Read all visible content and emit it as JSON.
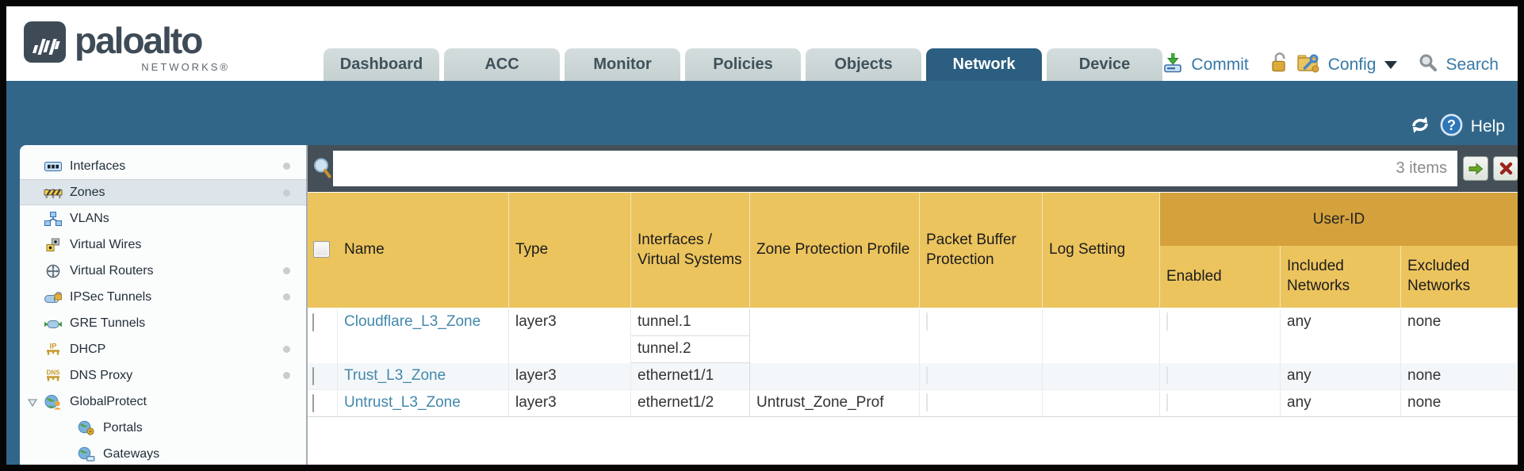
{
  "brand": {
    "name": "paloalto",
    "subtitle": "NETWORKS®"
  },
  "nav": {
    "tabs": [
      "Dashboard",
      "ACC",
      "Monitor",
      "Policies",
      "Objects",
      "Network",
      "Device"
    ],
    "active_tab": "Network",
    "actions": {
      "commit": "Commit",
      "config": "Config",
      "search": "Search"
    }
  },
  "banner": {
    "help": "Help"
  },
  "sidebar": {
    "selected": "Zones",
    "items": [
      {
        "label": "Interfaces",
        "icon": "interfaces-icon",
        "dot": true
      },
      {
        "label": "Zones",
        "icon": "zones-icon",
        "dot": true
      },
      {
        "label": "VLANs",
        "icon": "vlans-icon",
        "dot": false
      },
      {
        "label": "Virtual Wires",
        "icon": "virtual-wires-icon",
        "dot": false
      },
      {
        "label": "Virtual Routers",
        "icon": "virtual-routers-icon",
        "dot": true
      },
      {
        "label": "IPSec Tunnels",
        "icon": "ipsec-tunnels-icon",
        "dot": true
      },
      {
        "label": "GRE Tunnels",
        "icon": "gre-tunnels-icon",
        "dot": false
      },
      {
        "label": "DHCP",
        "icon": "dhcp-icon",
        "dot": true
      },
      {
        "label": "DNS Proxy",
        "icon": "dns-proxy-icon",
        "dot": true
      },
      {
        "label": "GlobalProtect",
        "icon": "globalprotect-icon",
        "dot": false,
        "expanded": true
      },
      {
        "label": "Portals",
        "icon": "portals-icon",
        "dot": false,
        "indent": true
      },
      {
        "label": "Gateways",
        "icon": "gateways-icon",
        "dot": false,
        "indent": true
      }
    ]
  },
  "filterbar": {
    "value": "",
    "count": "3 items"
  },
  "table": {
    "group_header": "User-ID",
    "columns": {
      "name": "Name",
      "type": "Type",
      "interfaces": "Interfaces / Virtual Systems",
      "zpp": "Zone Protection Profile",
      "pbp": "Packet Buffer Protection",
      "log": "Log Setting",
      "enabled": "Enabled",
      "included": "Included Networks",
      "excluded": "Excluded Networks"
    },
    "rows": [
      {
        "name": "Cloudflare_L3_Zone",
        "type": "layer3",
        "interfaces": [
          "tunnel.1",
          "tunnel.2"
        ],
        "zpp": "",
        "log": "",
        "included": "any",
        "excluded": "none"
      },
      {
        "name": "Trust_L3_Zone",
        "type": "layer3",
        "interfaces": [
          "ethernet1/1"
        ],
        "zpp": "",
        "log": "",
        "included": "any",
        "excluded": "none"
      },
      {
        "name": "Untrust_L3_Zone",
        "type": "layer3",
        "interfaces": [
          "ethernet1/2"
        ],
        "zpp": "Untrust_Zone_Prof",
        "log": "",
        "included": "any",
        "excluded": "none"
      }
    ]
  },
  "icons": {
    "commit": "download-to-tray",
    "lock": "unlocked-padlock",
    "config": "folder-with-wrench",
    "search": "magnifier",
    "refresh": "circular-arrows",
    "help": "question-circle",
    "go": "green-right-arrow",
    "clear": "red-x"
  },
  "colors": {
    "band_teal": "#316689",
    "active_tab": "#2b5e80",
    "inactive_tab": "#c5d0d0",
    "header_orange": "#ecc45e",
    "user_id_band": "#d5a13c",
    "toolbar_dark": "#454f57",
    "link_blue": "#4288ad",
    "action_blue": "#3779a7",
    "alt_row": "#f4f7f9"
  }
}
